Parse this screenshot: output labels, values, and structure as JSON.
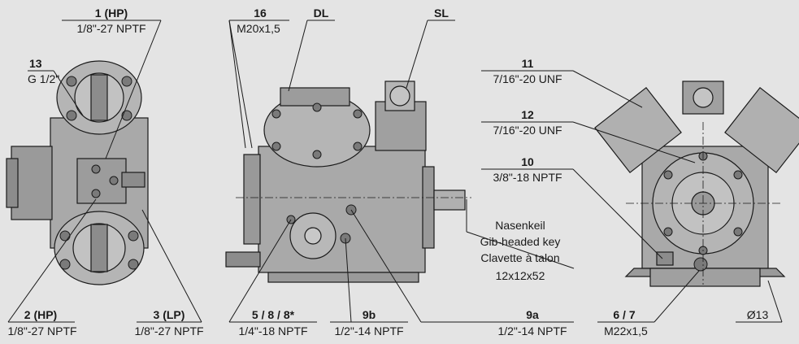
{
  "callouts": {
    "c1": {
      "num": "1 (HP)",
      "spec": "1/8\"-27 NPTF"
    },
    "c13": {
      "num": "13",
      "spec": "G 1/2\""
    },
    "c2": {
      "num": "2 (HP)",
      "spec": "1/8\"-27 NPTF"
    },
    "c3": {
      "num": "3 (LP)",
      "spec": "1/8\"-27 NPTF"
    },
    "c16": {
      "num": "16",
      "spec": "M20x1,5"
    },
    "dl": {
      "num": "DL"
    },
    "sl": {
      "num": "SL"
    },
    "c5": {
      "num": "5 / 8 / 8*",
      "spec": "1/4\"-18 NPTF"
    },
    "c9b": {
      "num": "9b",
      "spec": "1/2\"-14 NPTF"
    },
    "c9a": {
      "num": "9a",
      "spec": "1/2\"-14 NPTF"
    },
    "c11": {
      "num": "11",
      "spec": "7/16\"-20 UNF"
    },
    "c12": {
      "num": "12",
      "spec": "7/16\"-20 UNF"
    },
    "c10": {
      "num": "10",
      "spec": "3/8\"-18 NPTF"
    },
    "c67": {
      "num": "6 / 7",
      "spec": "M22x1,5"
    },
    "dia": {
      "spec": "Ø13"
    }
  },
  "key_note": {
    "line1": "Nasenkeil",
    "line2": "Gib-headed key",
    "line3": "Clavette à talon",
    "line4": "12x12x52"
  },
  "colors": {
    "background": "#e4e4e4",
    "body": "#a9a9a9",
    "body_dark": "#8c8c8c",
    "outline": "#1a1a1a"
  }
}
